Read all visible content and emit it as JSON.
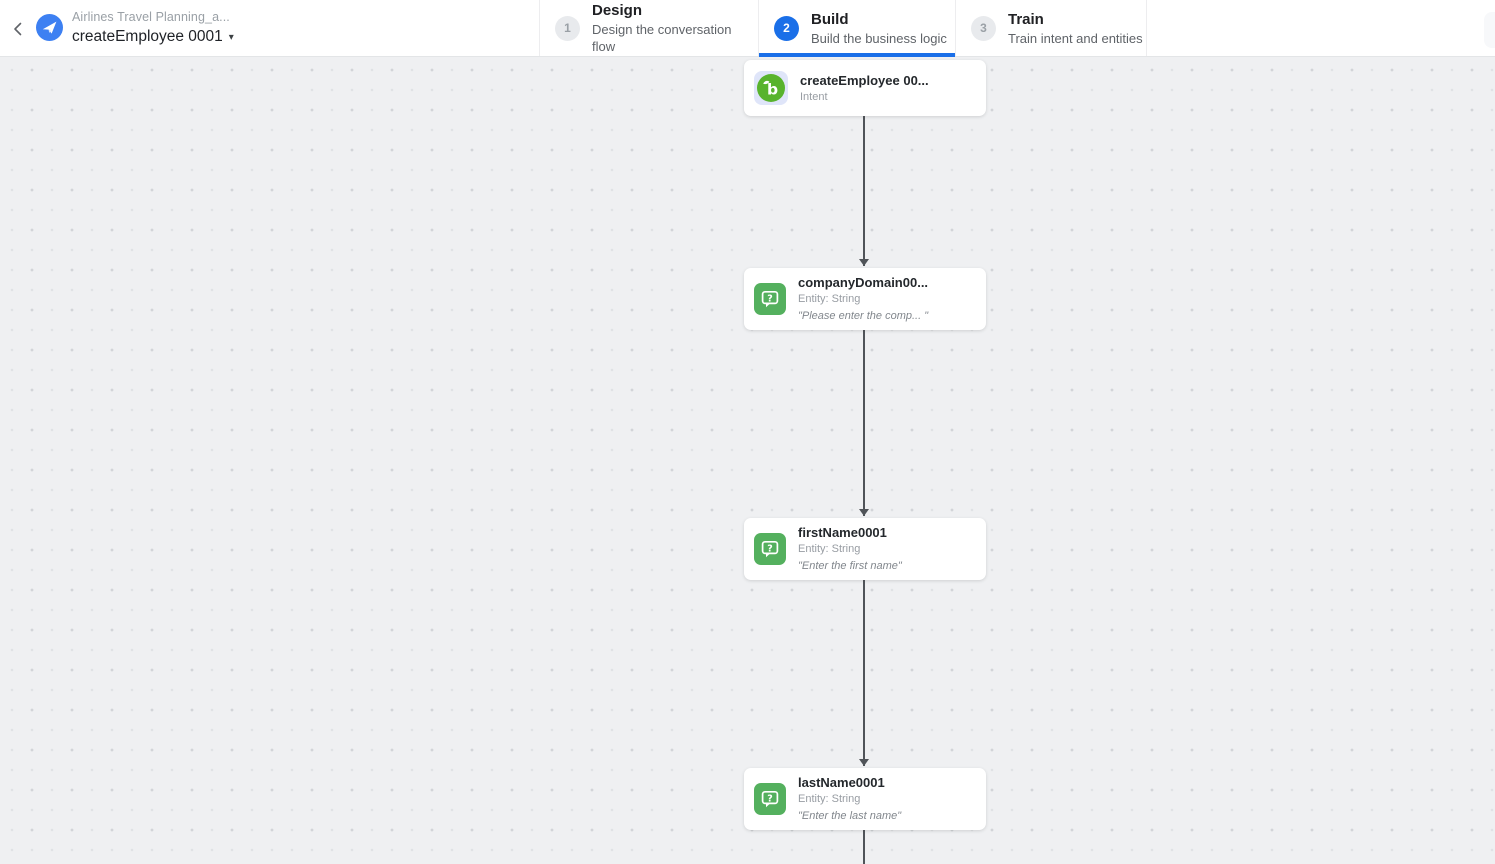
{
  "header": {
    "app_name": "Airlines Travel Planning_a...",
    "flow_name": "createEmployee 0001",
    "steps": [
      {
        "number": "1",
        "title": "Design",
        "subtitle": "Design the conversation flow",
        "active": false
      },
      {
        "number": "2",
        "title": "Build",
        "subtitle": "Build the business logic",
        "active": true
      },
      {
        "number": "3",
        "title": "Train",
        "subtitle": "Train intent and entities",
        "active": false
      }
    ]
  },
  "canvas": {
    "nodes": [
      {
        "type": "intent",
        "title": "createEmployee 00...",
        "subtitle": "Intent"
      },
      {
        "type": "entity",
        "title": "companyDomain00...",
        "subtitle": "Entity: String",
        "quote": "\"Please enter the comp... \""
      },
      {
        "type": "entity",
        "title": "firstName0001",
        "subtitle": "Entity: String",
        "quote": "\"Enter the first name\""
      },
      {
        "type": "entity",
        "title": "lastName0001",
        "subtitle": "Entity: String",
        "quote": "\"Enter the last name\""
      }
    ]
  },
  "colors": {
    "accent_blue": "#1a6fe8",
    "logo_blue": "#3d80f2",
    "intent_green": "#58b32d",
    "entity_green": "#54b05e",
    "edge_gray": "#505459",
    "canvas_bg": "#eff0f2"
  }
}
